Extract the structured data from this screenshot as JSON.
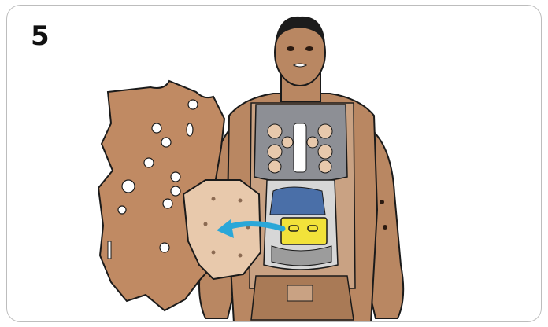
{
  "step": {
    "number": "5"
  },
  "figure": {
    "parts": [
      "manikin",
      "chest-skin-panel",
      "abdominal-cover-plate",
      "battery-pack"
    ],
    "arrow": {
      "direction": "left"
    },
    "colors": {
      "skin": "#b98762",
      "skin_dark": "#9a6b48",
      "panel": "#c08a63",
      "plate": "#e8c9ac",
      "rib_plate": "#8d8f95",
      "battery": "#f2e23a",
      "arrow": "#2aa7d8",
      "hair": "#1c1c1c",
      "outline": "#1a1a1a"
    }
  }
}
